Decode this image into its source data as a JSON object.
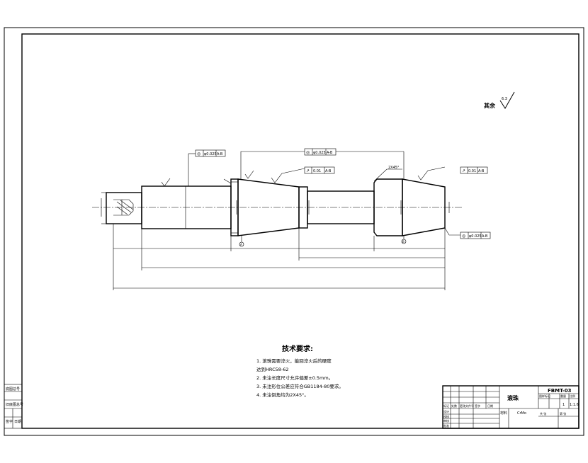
{
  "drawing": {
    "roughness_note": {
      "label": "其余",
      "value": "6.3"
    },
    "tech_requirements": {
      "title": "技术要求:",
      "lines": [
        "1. 滚珠需要淬火，能回淬火后的硬度",
        "达到HRC58-62",
        "2. 未注长度尺寸允许偏差±0.5mm。",
        "3. 未注形位公差应符合GB1184-80要求。",
        "4. 未注倒角均为2X45°。"
      ]
    },
    "chamfer_label": "2X45°",
    "fcf_top_left": {
      "symbol": "◎",
      "value": "φ0.025",
      "datum": "A-B"
    },
    "fcf_top_mid": {
      "symbol": "◎",
      "value": "φ0.025",
      "datum": "A-B"
    },
    "fcf_right_runout_1": {
      "symbol": "↗",
      "value": "0.01",
      "datum": "A-B"
    },
    "fcf_right_runout_2": {
      "symbol": "↗",
      "value": "0.01",
      "datum": "A-B"
    },
    "fcf_right_bottom": {
      "symbol": "◎",
      "value": "φ0.025",
      "datum": "A-B"
    },
    "datum_a": "A",
    "datum_b": "B",
    "title_block": {
      "part_name": "滚珠",
      "drawing_no": "FBMT-03",
      "material": "CrMo",
      "scale": "1:1.6",
      "qty": "1",
      "head_labels": [
        "图样标记",
        "重量",
        "比例"
      ],
      "row_labels": [
        "设计",
        "校核",
        "审核",
        "批准"
      ],
      "change_labels": [
        "标记",
        "处数",
        "更改文件号",
        "签字",
        "日期"
      ],
      "mat_label": "材料",
      "sheet_label": "共 张",
      "sheet_label2": "第 张"
    },
    "side_labels": [
      "底图总号",
      "旧底图总号",
      "签字",
      "日期"
    ]
  }
}
